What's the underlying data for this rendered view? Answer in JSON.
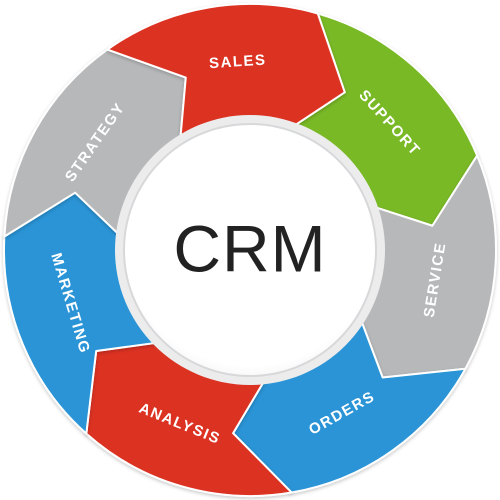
{
  "center": {
    "label": "CRM"
  },
  "segments": [
    {
      "label": "SUPPORT",
      "color": "#79b928"
    },
    {
      "label": "SERVICE",
      "color": "#b7b8ba"
    },
    {
      "label": "ORDERS",
      "color": "#2a94d6"
    },
    {
      "label": "ANALYSIS",
      "color": "#dc3222"
    },
    {
      "label": "MARKETING",
      "color": "#2a94d6"
    },
    {
      "label": "STRATEGY",
      "color": "#b7b8ba"
    },
    {
      "label": "SALES",
      "color": "#dc3222"
    }
  ],
  "colors": {
    "center_fill": "#ffffff",
    "center_ring": "#d7d8da",
    "center_text": "#222222"
  }
}
